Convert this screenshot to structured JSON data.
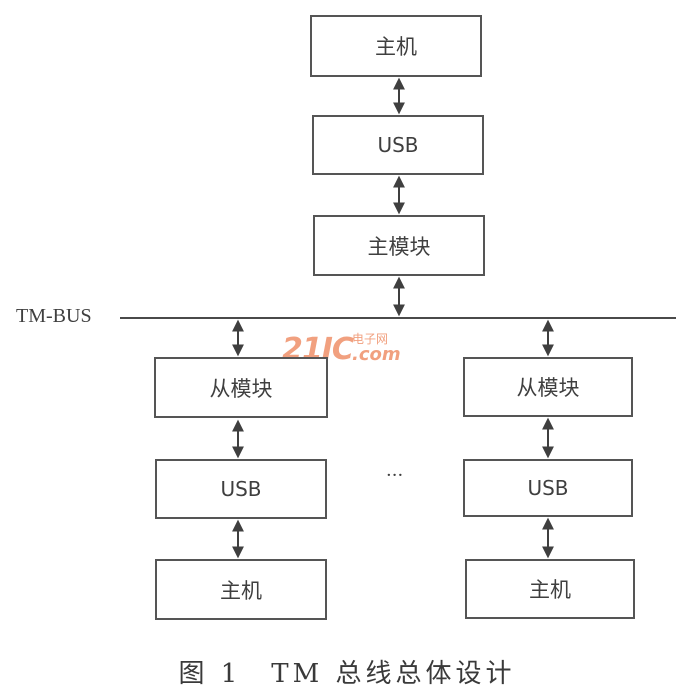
{
  "diagram": {
    "top_chain": {
      "host": "主机",
      "usb": "USB",
      "master_module": "主模块"
    },
    "bus_label": "TM-BUS",
    "left_chain": {
      "slave_module": "从模块",
      "usb": "USB",
      "host": "主机"
    },
    "right_chain": {
      "slave_module": "从模块",
      "usb": "USB",
      "host": "主机"
    },
    "ellipsis": "···"
  },
  "watermark": {
    "brand": "21IC",
    "site_cn": "电子网",
    "domain": ".com"
  },
  "caption": "图 1　TM 总线总体设计"
}
